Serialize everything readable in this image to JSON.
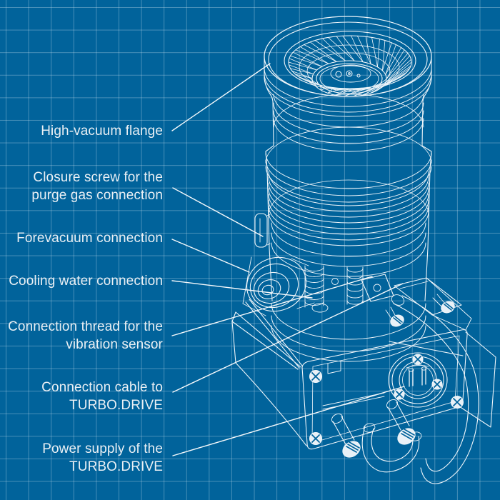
{
  "theme": {
    "background_color": "#01639b",
    "grid_color": "rgba(215,233,244,0.33)",
    "line_color": "#edf4f9",
    "text_color": "#e9eff4"
  },
  "labels": [
    {
      "id": "high-vacuum-flange",
      "lines": [
        "High-vacuum flange"
      ]
    },
    {
      "id": "purge-gas-closure-screw",
      "lines": [
        "Closure screw for the",
        "purge gas connection"
      ]
    },
    {
      "id": "forevacuum-connection",
      "lines": [
        "Forevacuum connection"
      ]
    },
    {
      "id": "cooling-water-connection",
      "lines": [
        "Cooling water connection"
      ]
    },
    {
      "id": "vibration-sensor-thread",
      "lines": [
        "Connection thread for the",
        "vibration sensor"
      ]
    },
    {
      "id": "turbo-drive-cable",
      "lines": [
        "Connection cable to",
        "TURBO.DRIVE"
      ]
    },
    {
      "id": "turbo-drive-power",
      "lines": [
        "Power supply of the",
        "TURBO.DRIVE"
      ]
    }
  ]
}
